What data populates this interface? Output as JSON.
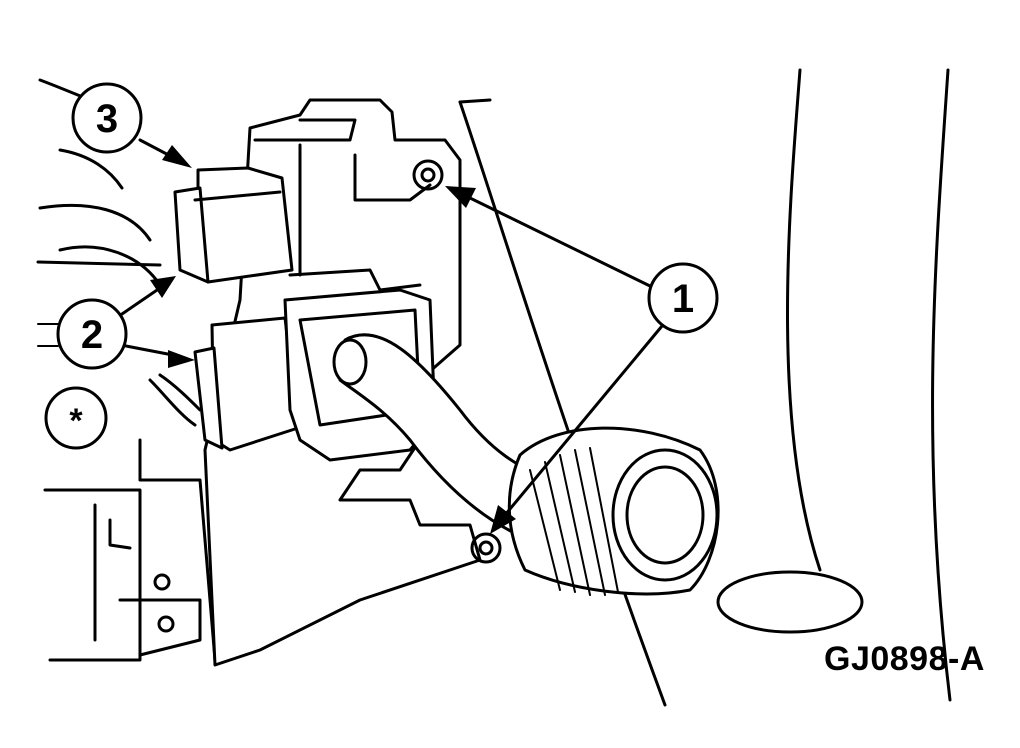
{
  "callouts": [
    {
      "id": "1",
      "label": "1"
    },
    {
      "id": "2",
      "label": "2"
    },
    {
      "id": "3",
      "label": "3"
    }
  ],
  "reference_mark": "*",
  "figure_id": "GJ0898-A"
}
